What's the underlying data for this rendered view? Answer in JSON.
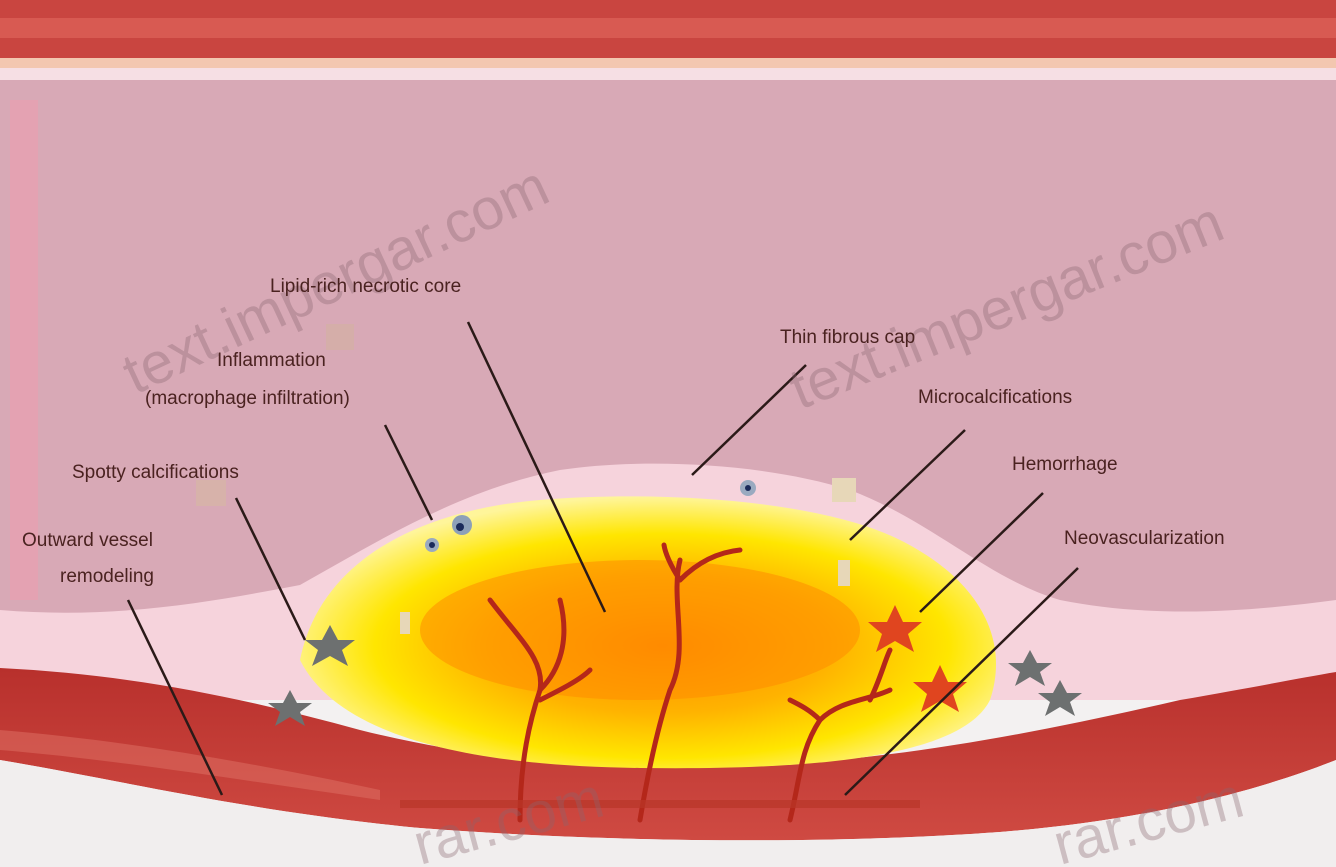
{
  "labels": {
    "lipid_core": "Lipid-rich necrotic core",
    "inflammation_line1": "Inflammation",
    "inflammation_line2": "(macrophage infiltration)",
    "spotty_calcifications": "Spotty calcifications",
    "outward_line1": "Outward vessel",
    "outward_line2": "remodeling",
    "thin_cap": "Thin fibrous cap",
    "microcalcifications": "Microcalcifications",
    "hemorrhage": "Hemorrhage",
    "neovascularization": "Neovascularization"
  },
  "watermark": {
    "text1": "text.impergar.com",
    "text2": "text.impergar.com",
    "text3": "rar.com",
    "text4": "rar.com"
  },
  "colors": {
    "vessel_wall": "#c2403a",
    "lumen": "#d9aab8",
    "intima": "#f6d6dc",
    "plaque_yellow": "#fff200",
    "plaque_orange": "#ff9a00",
    "vessels": "#b02818",
    "leader_line": "#2b1a18"
  }
}
